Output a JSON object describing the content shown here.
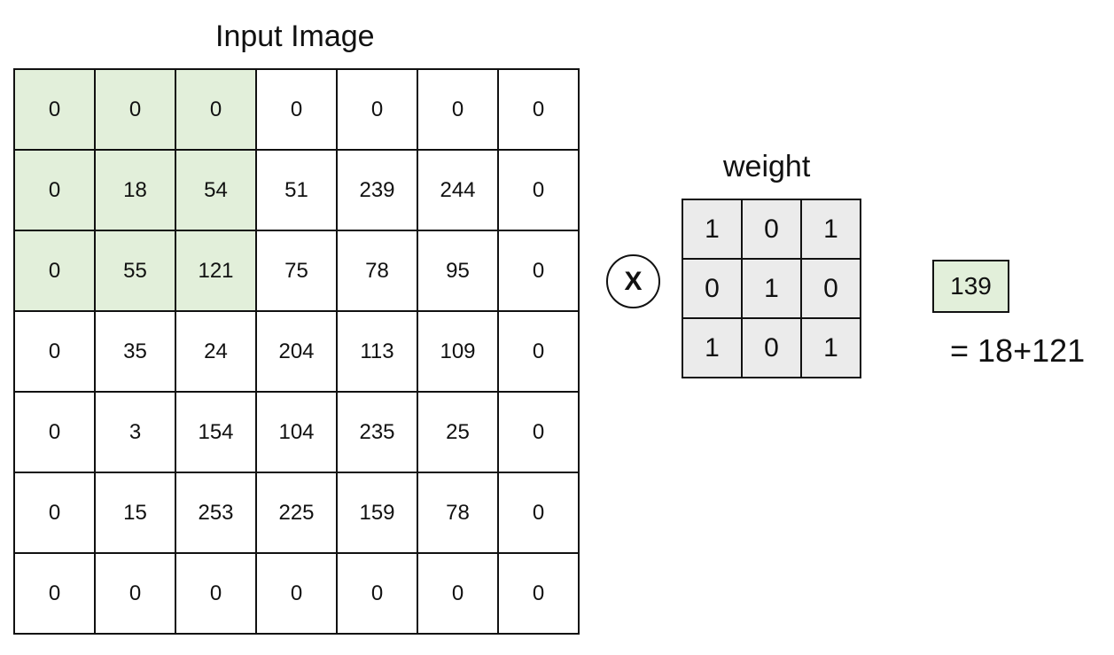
{
  "input_image": {
    "title": "Input Image",
    "rows": [
      [
        "0",
        "0",
        "0",
        "0",
        "0",
        "0",
        "0"
      ],
      [
        "0",
        "18",
        "54",
        "51",
        "239",
        "244",
        "0"
      ],
      [
        "0",
        "55",
        "121",
        "75",
        "78",
        "95",
        "0"
      ],
      [
        "0",
        "35",
        "24",
        "204",
        "113",
        "109",
        "0"
      ],
      [
        "0",
        "3",
        "154",
        "104",
        "235",
        "25",
        "0"
      ],
      [
        "0",
        "15",
        "253",
        "225",
        "159",
        "78",
        "0"
      ],
      [
        "0",
        "0",
        "0",
        "0",
        "0",
        "0",
        "0"
      ]
    ],
    "highlight_color": "#e2efda"
  },
  "operator": {
    "symbol": "X"
  },
  "weight": {
    "title": "weight",
    "rows": [
      [
        "1",
        "0",
        "1"
      ],
      [
        "0",
        "1",
        "0"
      ],
      [
        "1",
        "0",
        "1"
      ]
    ],
    "cell_color": "#ebebeb"
  },
  "result": {
    "value": "139",
    "equation": "= 18+121",
    "color": "#e2efda"
  }
}
